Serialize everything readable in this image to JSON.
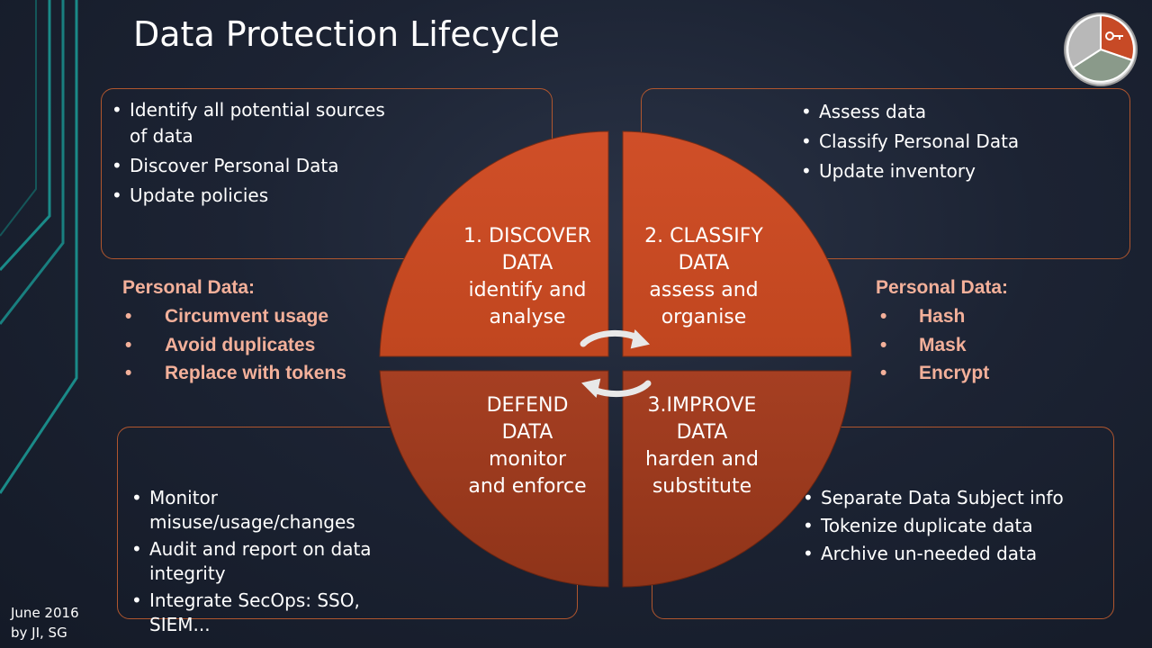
{
  "slide": {
    "title": "Data Protection Lifecycle",
    "footer": [
      "June 2016",
      "by JI, SG"
    ]
  },
  "colors": {
    "accent": "#c74a26",
    "accent_dark": "#9a3a1f",
    "teal_lines": "#1a8a88",
    "highlight_text": "#f3b09a"
  },
  "quadrants": [
    {
      "id": "discover",
      "lines": [
        "1. DISCOVER",
        "DATA",
        "identify and",
        "analyse"
      ]
    },
    {
      "id": "classify",
      "lines": [
        "2. CLASSIFY",
        "DATA",
        "assess and",
        "organise"
      ]
    },
    {
      "id": "improve",
      "lines": [
        "3.IMPROVE",
        "DATA",
        "harden and",
        "substitute"
      ]
    },
    {
      "id": "defend",
      "lines": [
        "DEFEND",
        "DATA",
        "monitor",
        "and enforce"
      ]
    }
  ],
  "boxes": {
    "top_left": [
      "Identify all potential sources of data",
      "Discover Personal Data",
      "Update policies"
    ],
    "top_right": [
      "Assess data",
      "Classify Personal Data",
      "Update inventory"
    ],
    "bottom_left": [
      "Monitor misuse/usage/changes",
      "Audit and report on data integrity",
      "Integrate SecOps: SSO, SIEM..."
    ],
    "bottom_right": [
      "Separate Data Subject info",
      "Tokenize duplicate data",
      "Archive un-needed data"
    ]
  },
  "personal_data_left": {
    "title": "Personal Data:",
    "items": [
      "Circumvent usage",
      "Avoid duplicates",
      "Replace with tokens"
    ]
  },
  "personal_data_right": {
    "title": "Personal Data:",
    "items": [
      "Hash",
      "Mask",
      "Encrypt"
    ]
  },
  "icons": [
    "lifecycle-logo-icon",
    "key-icon",
    "cycle-arrows-icon"
  ]
}
